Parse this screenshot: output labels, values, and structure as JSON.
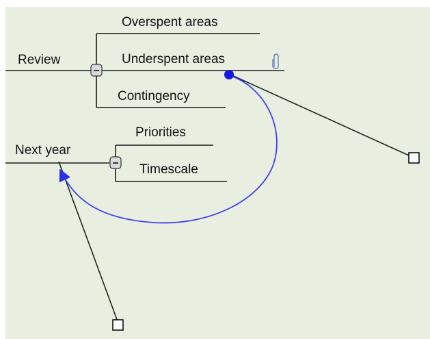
{
  "mindmap": {
    "review": {
      "label": "Review",
      "children": [
        "Overspent areas",
        "Underspent areas",
        "Contingency"
      ],
      "collapse_icon": "minus-square-icon",
      "attachment_icon": "paperclip-icon"
    },
    "next_year": {
      "label": "Next year",
      "children": [
        "Priorities",
        "Timescale"
      ],
      "collapse_icon": "minus-square-icon"
    }
  },
  "relationship_link": {
    "from": "Underspent areas",
    "to": "Next year",
    "color": "#3a3ef0",
    "endpoint_icon": "dot-icon",
    "arrow_icon": "arrowhead-icon",
    "control_handle_icon": "square-handle-icon"
  },
  "colors": {
    "canvas_background": "#e8efe1",
    "branch_lines": "#1a1a1a",
    "link_line": "#3a3ef0"
  }
}
